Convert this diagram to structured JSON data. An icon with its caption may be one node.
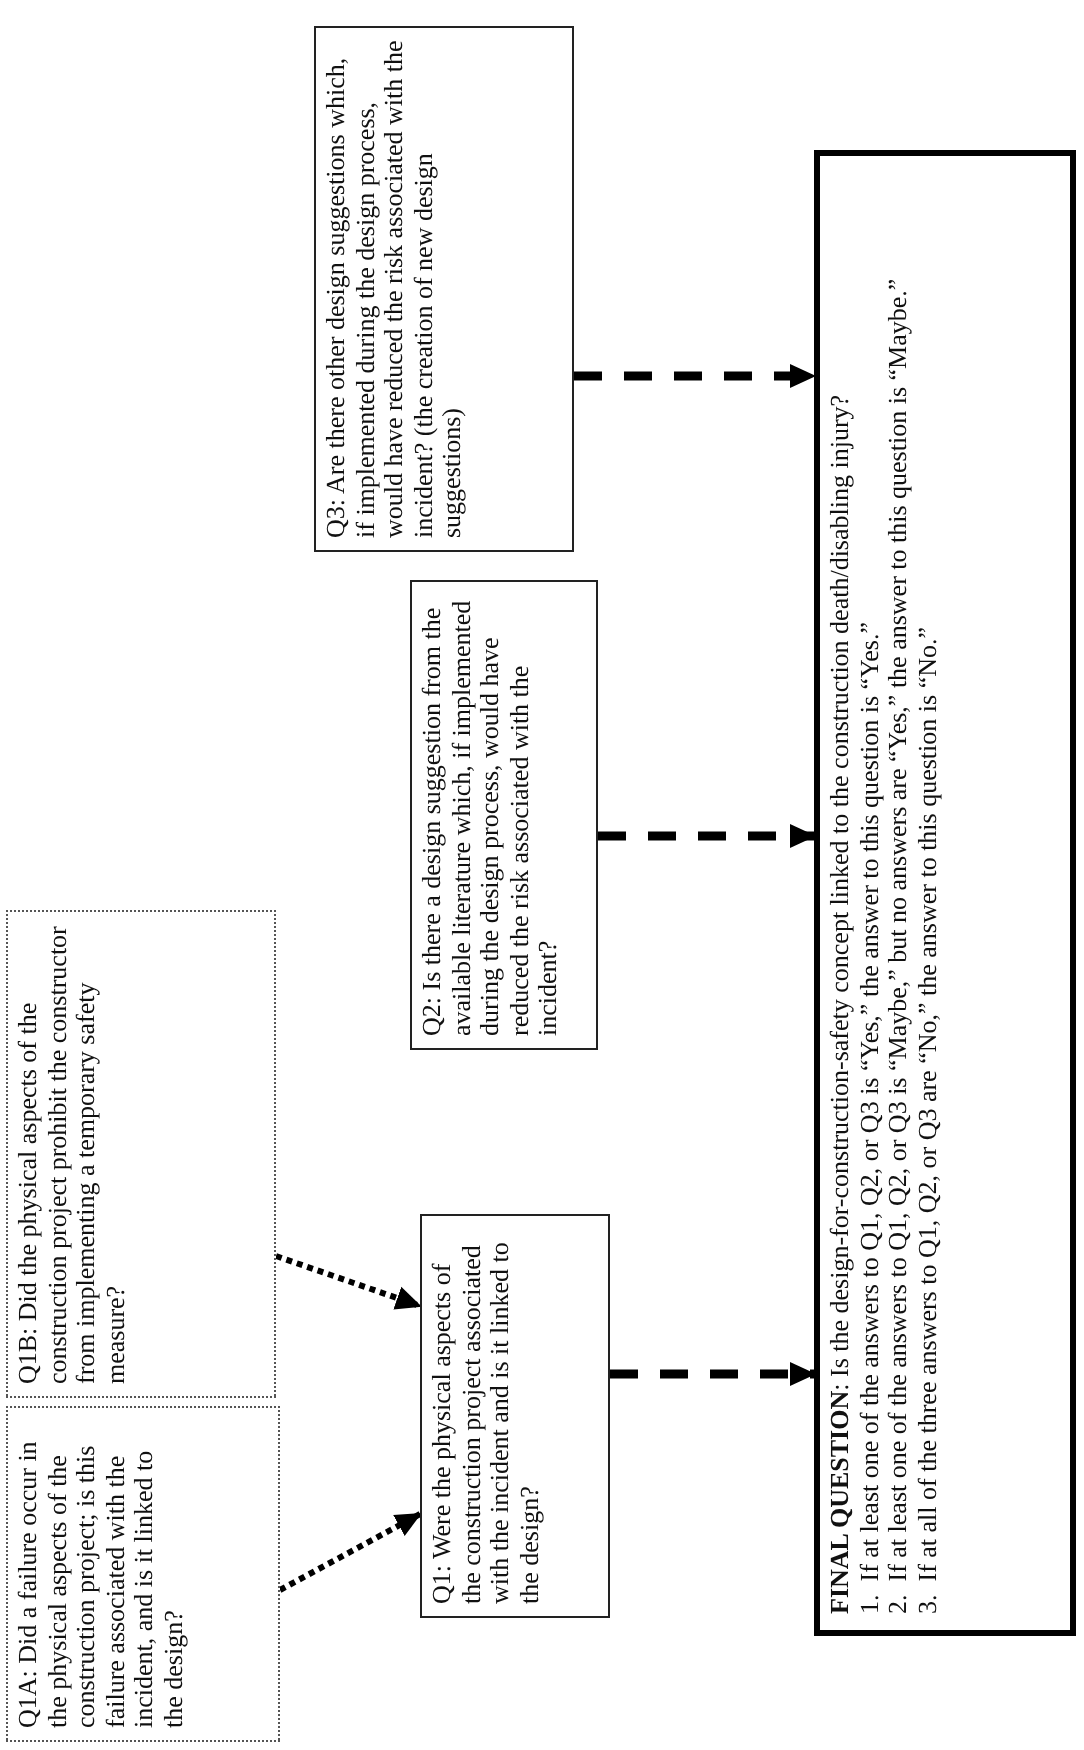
{
  "diagram": {
    "nodes": [
      {
        "text": [
          "Q1A: Did a failure occur in the physical aspects of the construction project; is this failure associated with the incident, and is it linked to the design?"
        ]
      },
      {
        "text": [
          "Q1B: Did the physical aspects of the construction project prohibit the constructor from implementing a temporary safety measure?"
        ]
      },
      {
        "text": [
          "Q1: Were the physical aspects of the construction project associated with the incident and is it linked to the design?"
        ]
      },
      {
        "text": [
          "Q2: Is there a design suggestion from the available literature which, if implemented during the design process, would have reduced the risk associated with the incident?"
        ]
      },
      {
        "text": [
          "Q3: Are there other design suggestions which, if implemented during the design process, would have reduced the risk associated with the incident? (the creation of new design suggestions)"
        ]
      },
      {
        "text": [
          "**FINAL QUESTION**: Is the design-for-construction-safety concept linked to the construction death/disabling injury?",
          "1.  If at least one of the answers to Q1, Q2, or Q3 is “Yes,” the answer to this question is “Yes.”",
          "2.  If at least one of the answers to Q1, Q2, or Q3 is “Maybe,” but no answers are “Yes,” the answer to this question is “Maybe.”",
          "3.  If at all of the three answers to Q1, Q2, or Q3 are “No,” the answer to this question is “No.”"
        ]
      }
    ],
    "edges": [
      {
        "from": 0,
        "to": 2,
        "arrow": "to",
        "style": "dashed"
      },
      {
        "from": 1,
        "to": 2,
        "arrow": "to",
        "style": "dashed"
      },
      {
        "from": 2,
        "to": 5,
        "arrow": "to",
        "style": "dashed"
      },
      {
        "from": 3,
        "to": 5,
        "arrow": "to",
        "style": "dashed"
      },
      {
        "from": 4,
        "to": 5,
        "arrow": "to",
        "style": "dashed"
      }
    ]
  }
}
